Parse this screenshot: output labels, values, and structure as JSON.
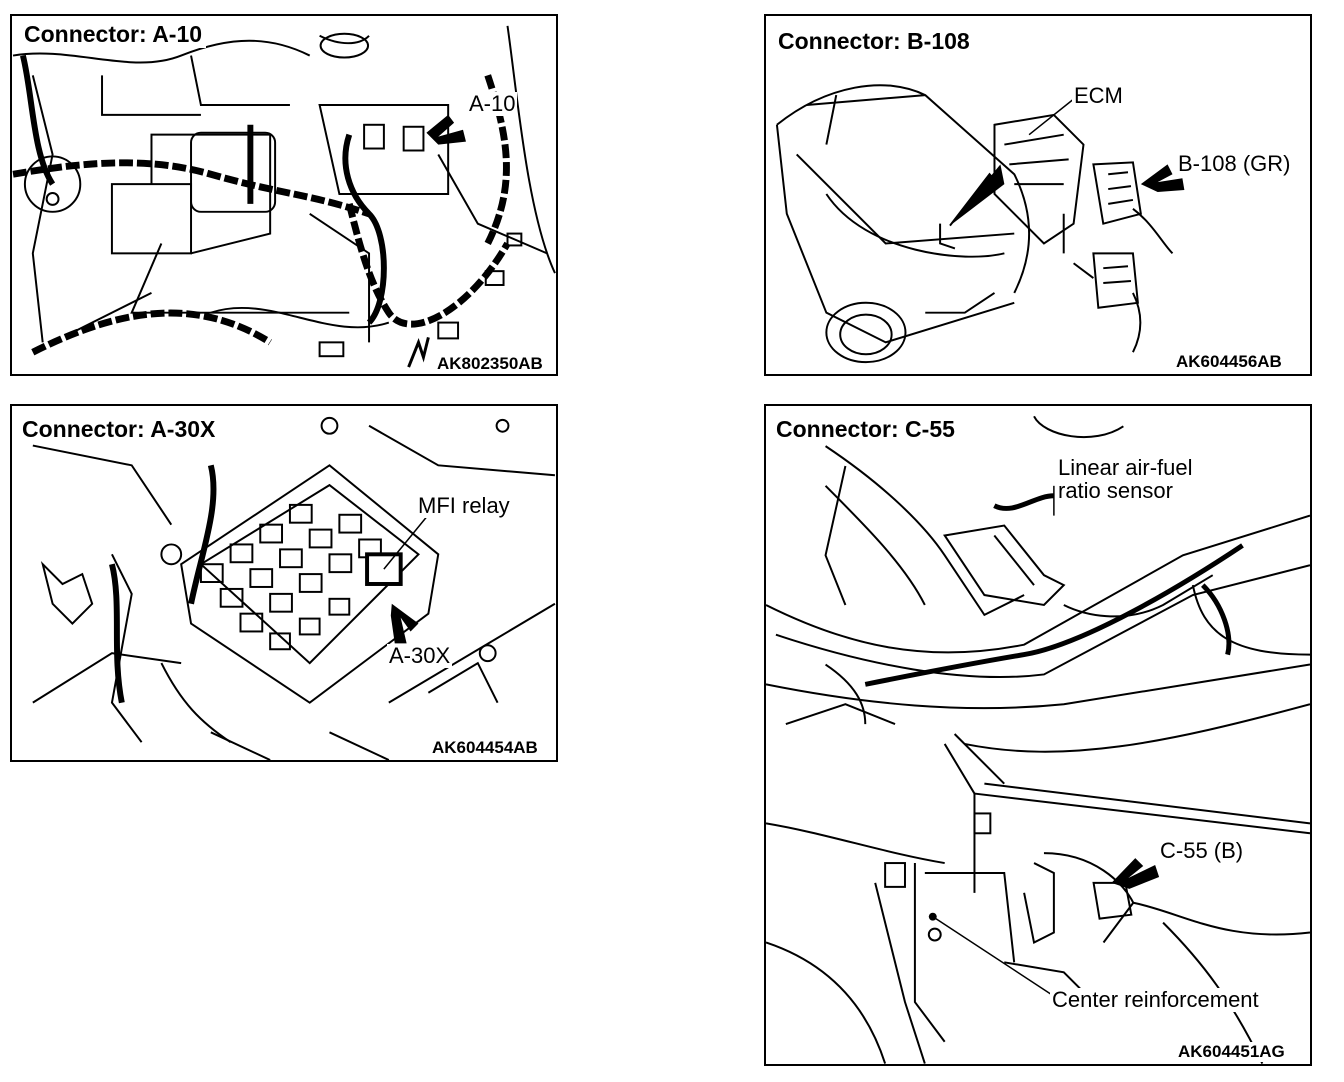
{
  "panels": {
    "a10": {
      "title": "Connector: A-10",
      "callout": "A-10",
      "code": "AK802350AB"
    },
    "b108": {
      "title": "Connector: B-108",
      "ecm_label": "ECM",
      "callout": "B-108 (GR)",
      "code": "AK604456AB"
    },
    "a30x": {
      "title": "Connector: A-30X",
      "relay_label": "MFI relay",
      "callout": "A-30X",
      "code": "AK604454AB"
    },
    "c55": {
      "title": "Connector: C-55",
      "sensor_label_line1": "Linear air-fuel",
      "sensor_label_line2": "ratio sensor",
      "callout": "C-55 (B)",
      "reinforcement_label": "Center reinforcement",
      "code": "AK604451AG"
    }
  }
}
